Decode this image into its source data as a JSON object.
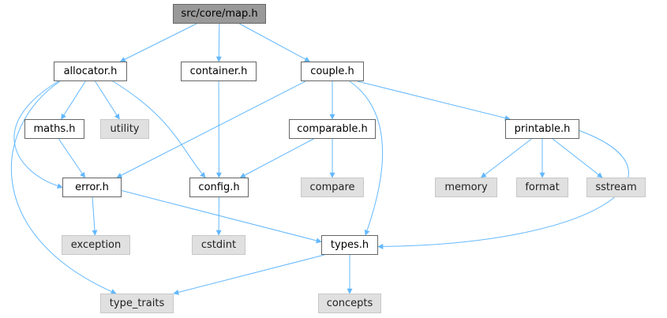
{
  "graph": {
    "edge_color": "#63b8ff",
    "colors": {
      "root_fill": "#999999",
      "header_fill": "#ffffff",
      "system_fill": "#e0e0e0",
      "header_border": "#666666"
    },
    "nodes": {
      "map_h": {
        "label": "src/core/map.h",
        "kind": "root"
      },
      "allocator_h": {
        "label": "allocator.h",
        "kind": "header"
      },
      "container_h": {
        "label": "container.h",
        "kind": "header"
      },
      "couple_h": {
        "label": "couple.h",
        "kind": "header"
      },
      "maths_h": {
        "label": "maths.h",
        "kind": "header"
      },
      "utility": {
        "label": "utility",
        "kind": "system"
      },
      "comparable_h": {
        "label": "comparable.h",
        "kind": "header"
      },
      "printable_h": {
        "label": "printable.h",
        "kind": "header"
      },
      "error_h": {
        "label": "error.h",
        "kind": "header"
      },
      "config_h": {
        "label": "config.h",
        "kind": "header"
      },
      "compare": {
        "label": "compare",
        "kind": "system"
      },
      "memory": {
        "label": "memory",
        "kind": "system"
      },
      "format": {
        "label": "format",
        "kind": "system"
      },
      "sstream": {
        "label": "sstream",
        "kind": "system"
      },
      "exception": {
        "label": "exception",
        "kind": "system"
      },
      "cstdint": {
        "label": "cstdint",
        "kind": "system"
      },
      "types_h": {
        "label": "types.h",
        "kind": "header"
      },
      "type_traits": {
        "label": "type_traits",
        "kind": "system"
      },
      "concepts": {
        "label": "concepts",
        "kind": "system"
      }
    },
    "edges": [
      [
        "map_h",
        "allocator_h"
      ],
      [
        "map_h",
        "container_h"
      ],
      [
        "map_h",
        "couple_h"
      ],
      [
        "allocator_h",
        "maths_h"
      ],
      [
        "allocator_h",
        "utility"
      ],
      [
        "allocator_h",
        "error_h"
      ],
      [
        "allocator_h",
        "config_h"
      ],
      [
        "allocator_h",
        "type_traits"
      ],
      [
        "container_h",
        "config_h"
      ],
      [
        "couple_h",
        "error_h"
      ],
      [
        "couple_h",
        "comparable_h"
      ],
      [
        "couple_h",
        "printable_h"
      ],
      [
        "couple_h",
        "types_h"
      ],
      [
        "maths_h",
        "error_h"
      ],
      [
        "comparable_h",
        "config_h"
      ],
      [
        "comparable_h",
        "compare"
      ],
      [
        "printable_h",
        "memory"
      ],
      [
        "printable_h",
        "format"
      ],
      [
        "printable_h",
        "sstream"
      ],
      [
        "printable_h",
        "types_h"
      ],
      [
        "error_h",
        "exception"
      ],
      [
        "error_h",
        "types_h"
      ],
      [
        "config_h",
        "cstdint"
      ],
      [
        "types_h",
        "type_traits"
      ],
      [
        "types_h",
        "concepts"
      ]
    ]
  }
}
